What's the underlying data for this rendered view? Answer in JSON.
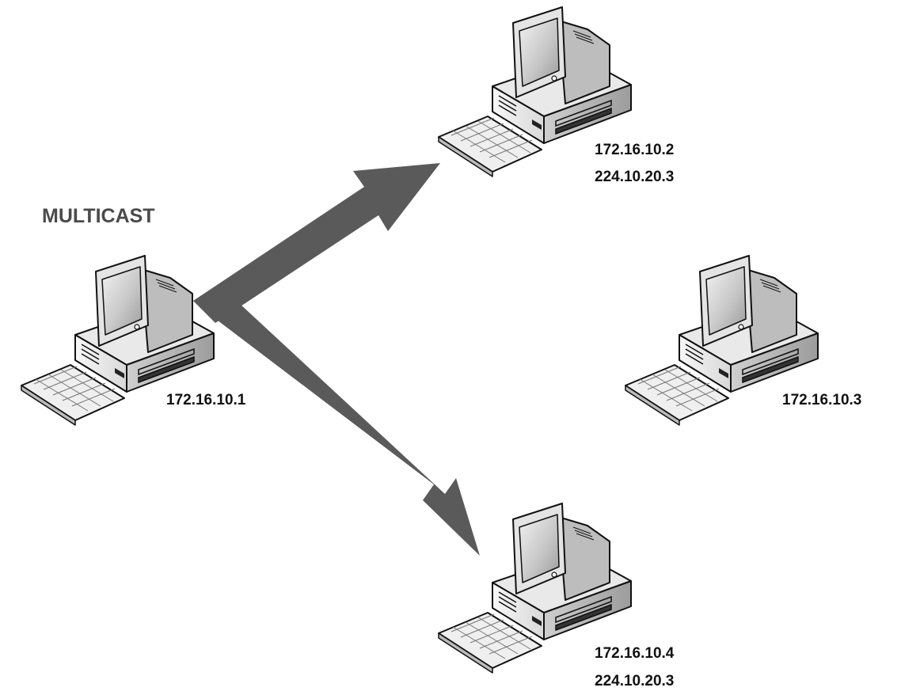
{
  "diagram": {
    "title": "MULTICAST",
    "nodes": [
      {
        "id": "sender",
        "addresses": [
          "172.16.10.1"
        ],
        "role": "source"
      },
      {
        "id": "top",
        "addresses": [
          "172.16.10.2",
          "224.10.20.3"
        ],
        "role": "group-member"
      },
      {
        "id": "right",
        "addresses": [
          "172.16.10.3"
        ],
        "role": "non-member"
      },
      {
        "id": "bottom",
        "addresses": [
          "172.16.10.4",
          "224.10.20.3"
        ],
        "role": "group-member"
      }
    ],
    "arrows": [
      {
        "from": "sender",
        "to": "top"
      },
      {
        "from": "sender",
        "to": "bottom"
      }
    ],
    "colors": {
      "arrow": "#5a5a5a",
      "title": "#4a4a4a",
      "label": "#111111"
    },
    "icons": {
      "computer": "desktop-computer-icon"
    }
  }
}
